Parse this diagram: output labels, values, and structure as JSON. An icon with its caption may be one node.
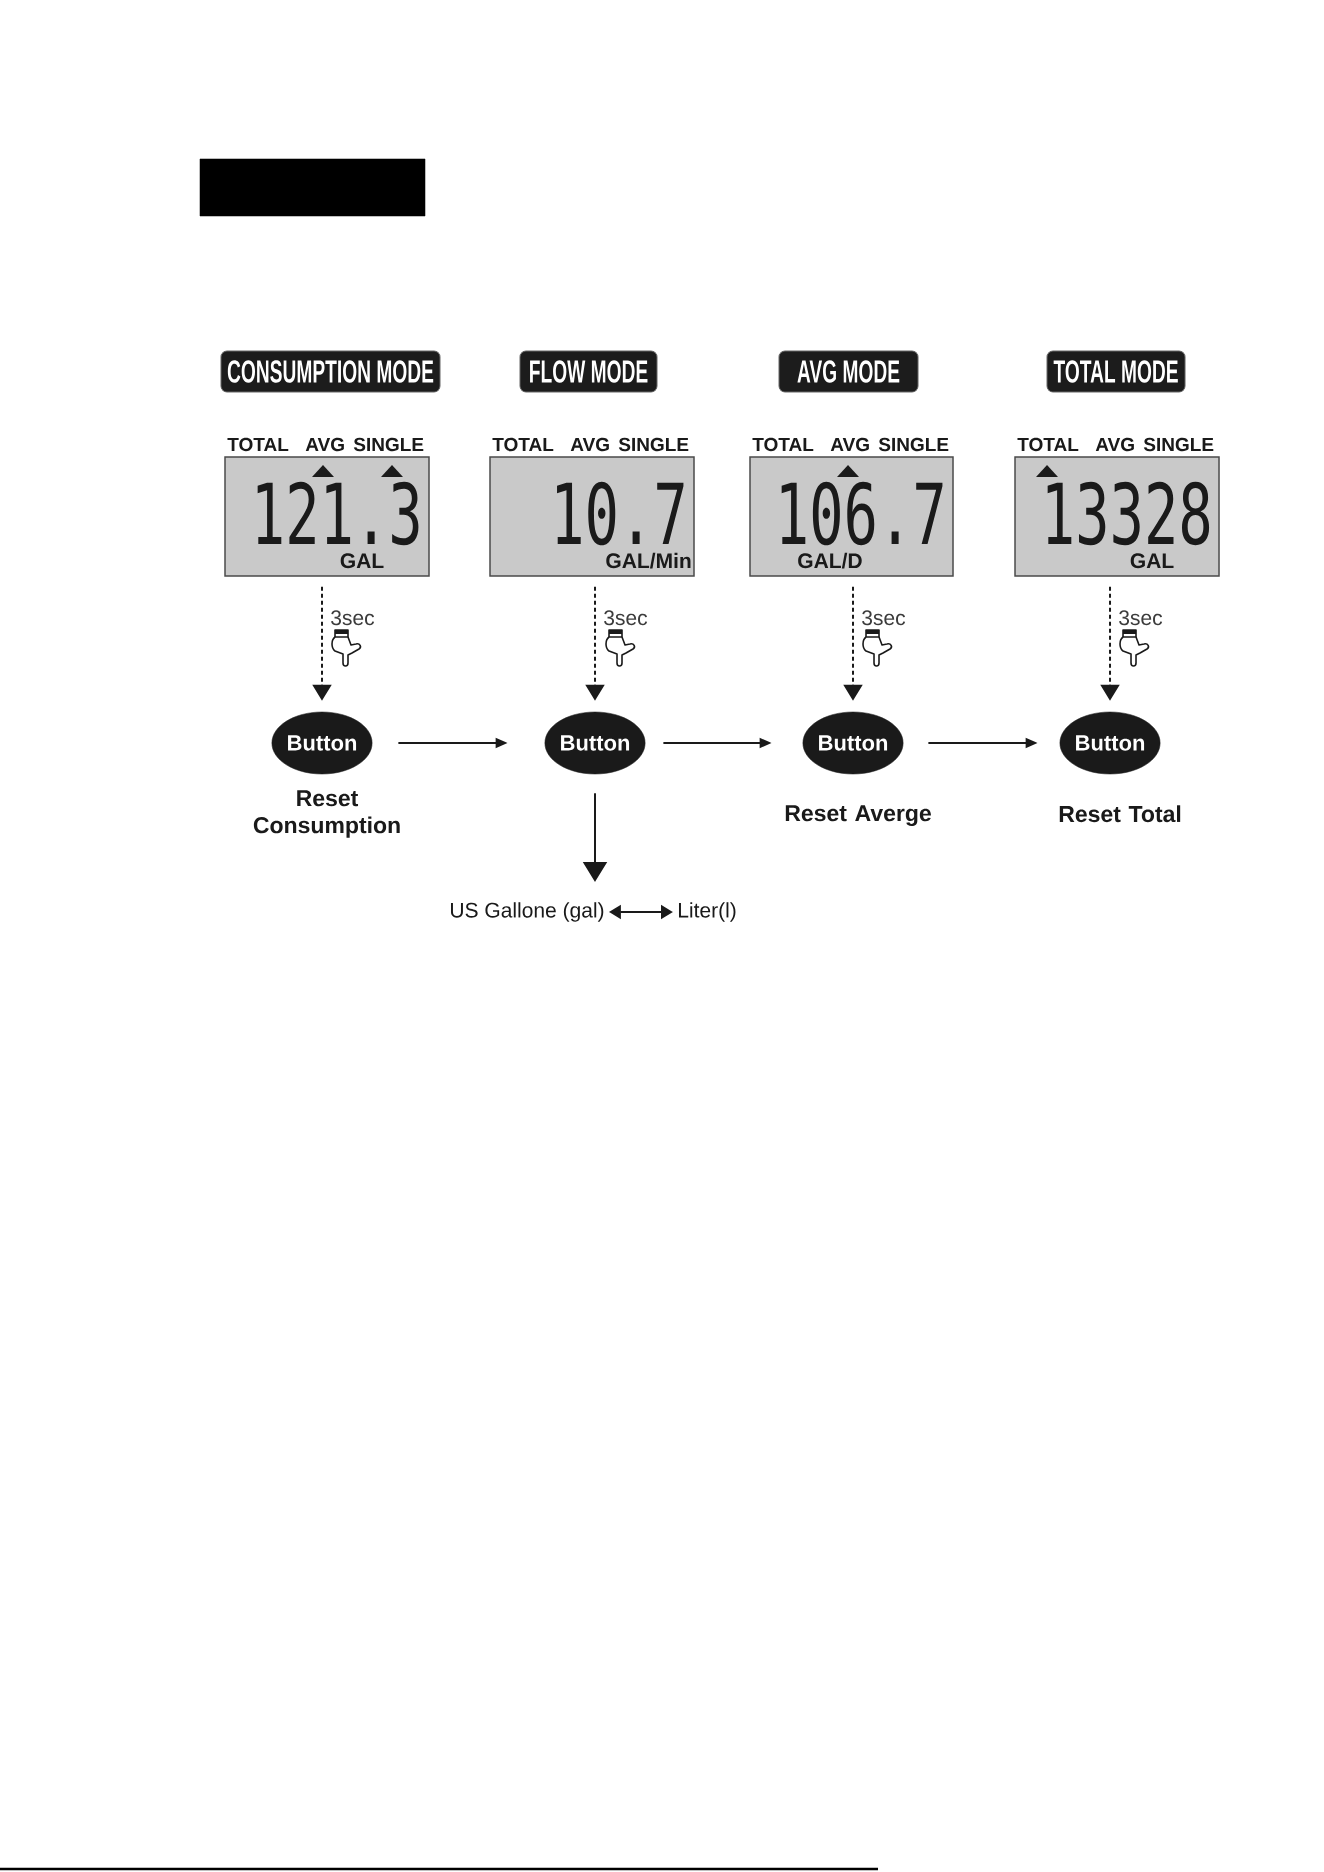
{
  "diagram": {
    "nodes": [
      {
        "text": [],
        "shape": "box"
      },
      {
        "text": [
          "CONSUMPTION MODE"
        ]
      },
      {
        "text": [
          "FLOW MODE"
        ]
      },
      {
        "text": [
          "AVG MODE"
        ]
      },
      {
        "text": [
          "TOTAL MODE"
        ]
      },
      {
        "text": [
          "TOTAL",
          "AVG",
          "SINGLE",
          "121.3",
          "GAL"
        ]
      },
      {
        "text": [
          "TOTAL",
          "AVG",
          "SINGLE",
          "10.7",
          "GAL/Min"
        ]
      },
      {
        "text": [
          "TOTAL",
          "AVG",
          "SINGLE",
          "106.7",
          "GAL/D"
        ]
      },
      {
        "text": [
          "TOTAL",
          "AVG",
          "SINGLE",
          "13328",
          "GAL"
        ]
      },
      {
        "text": [
          "Button"
        ],
        "beside": [
          "Reset Consumption"
        ]
      },
      {
        "text": [
          "Button"
        ]
      },
      {
        "text": [
          "Button"
        ],
        "beside": [
          "Reset Averge"
        ]
      },
      {
        "text": [
          "Button"
        ],
        "beside": [
          "Reset Total"
        ]
      },
      {
        "text": [
          "US Gallone (gal)"
        ]
      },
      {
        "text": [
          "Liter(l)"
        ]
      }
    ],
    "edges": [
      {
        "from": 5,
        "to": 9,
        "arrow": "to",
        "label": "3sec",
        "style": "dashed"
      },
      {
        "from": 6,
        "to": 10,
        "arrow": "to",
        "label": "3sec",
        "style": "dashed"
      },
      {
        "from": 7,
        "to": 11,
        "arrow": "to",
        "label": "3sec",
        "style": "dashed"
      },
      {
        "from": 8,
        "to": 12,
        "arrow": "to",
        "label": "3sec",
        "style": "dashed"
      },
      {
        "from": 9,
        "to": 10,
        "arrow": "to"
      },
      {
        "from": 10,
        "to": 11,
        "arrow": "to"
      },
      {
        "from": 11,
        "to": 12,
        "arrow": "to"
      },
      {
        "from": 10,
        "to": 13,
        "arrow": "to"
      },
      {
        "from": 13,
        "to": 14,
        "arrow": "both"
      }
    ]
  }
}
